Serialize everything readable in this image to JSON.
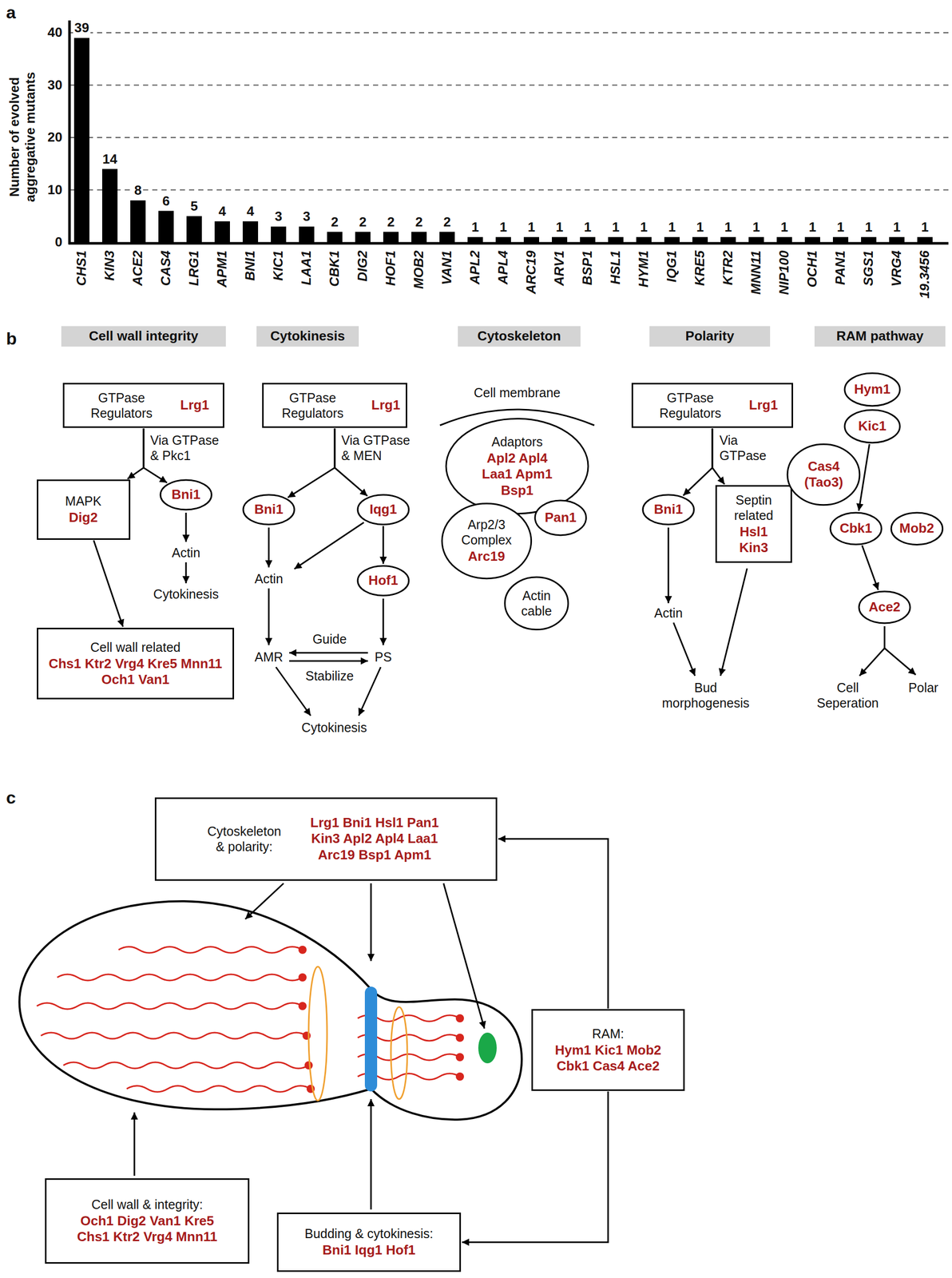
{
  "diagram": {
    "nodes": [
      {
        "text": [
          "Cell wall integrity"
        ]
      },
      {
        "text": [
          "Cytokinesis"
        ]
      },
      {
        "text": [
          "Cytoskeleton"
        ]
      },
      {
        "text": [
          "Polarity"
        ]
      },
      {
        "text": [
          "RAM pathway"
        ]
      },
      {
        "text": [
          "GTPase Regulators",
          "Lrg1"
        ]
      },
      {
        "text": [
          "Bni1"
        ]
      },
      {
        "text": [
          "MAPK",
          "Dig2"
        ]
      },
      {
        "text": [
          "Cell wall related",
          "Chs1 Ktr2 Vrg4 Kre5 Mnn11 Och1 Van1"
        ]
      },
      {
        "text": [
          "GTPase Regulators",
          "Lrg1"
        ]
      },
      {
        "text": [
          "Bni1"
        ]
      },
      {
        "text": [
          "Iqg1"
        ]
      },
      {
        "text": [
          "Hof1"
        ]
      },
      {
        "text": [
          "Adaptors",
          "Apl2 Apl4 Laa1 Apm1 Bsp1"
        ]
      },
      {
        "text": [
          "Pan1"
        ]
      },
      {
        "text": [
          "Arp2/3 Complex",
          "Arc19"
        ]
      },
      {
        "text": [
          "Actin cable"
        ]
      },
      {
        "text": [
          "GTPase Regulators",
          "Lrg1"
        ]
      },
      {
        "text": [
          "Bni1"
        ]
      },
      {
        "text": [
          "Septin related",
          "Hsl1 Kin3"
        ]
      },
      {
        "text": [
          "Hym1"
        ]
      },
      {
        "text": [
          "Kic1"
        ]
      },
      {
        "text": [
          "Cas4 (Tao3)"
        ]
      },
      {
        "text": [
          "Cbk1"
        ]
      },
      {
        "text": [
          "Mob2"
        ]
      },
      {
        "text": [
          "Ace2"
        ]
      },
      {
        "text": [
          "Cytoskeleton & polarity:",
          "Lrg1 Bni1 Hsl1 Pan1 Kin3 Apl2 Apl4 Laa1 Arc19 Bsp1 Apm1"
        ]
      },
      {
        "text": [
          "RAM:",
          "Hym1 Kic1 Mob2 Cbk1 Cas4 Ace2"
        ]
      },
      {
        "text": [
          "Cell wall & integrity:",
          "Och1 Dig2 Van1 Kre5 Chs1 Ktr2 Vrg4 Mnn11"
        ]
      },
      {
        "text": [
          "Budding & cytokinesis:",
          "Bni1 Iqg1 Hof1"
        ]
      }
    ],
    "edges": [
      {
        "from": 5,
        "to": 7,
        "arrow": "to",
        "label": "Via GTPase & Pkc1"
      },
      {
        "from": 5,
        "to": 6,
        "arrow": "to"
      },
      {
        "from": 7,
        "to": 8,
        "arrow": "to"
      },
      {
        "from": 9,
        "to": 10,
        "arrow": "to",
        "label": "Via GTPase & MEN"
      },
      {
        "from": 9,
        "to": 11,
        "arrow": "to"
      },
      {
        "from": 11,
        "to": 12,
        "arrow": "to"
      },
      {
        "from": 17,
        "to": 18,
        "arrow": "to",
        "label": "Via GTPase"
      },
      {
        "from": 17,
        "to": 19,
        "arrow": "to"
      },
      {
        "from": 21,
        "to": 23,
        "arrow": "to"
      },
      {
        "from": 23,
        "to": 25,
        "arrow": "to"
      },
      {
        "from": 27,
        "to": 26,
        "arrow": "to"
      },
      {
        "from": 27,
        "to": 29,
        "arrow": "to"
      }
    ],
    "labels": [
      "a",
      "40",
      "30",
      "20",
      "10",
      "0",
      "Number of evolved aggregative mutants",
      "39",
      "14",
      "8",
      "6",
      "5",
      "4",
      "4",
      "3",
      "3",
      "2",
      "2",
      "2",
      "2",
      "2",
      "1",
      "1",
      "1",
      "1",
      "1",
      "1",
      "1",
      "1",
      "1",
      "1",
      "1",
      "1",
      "1",
      "1",
      "1",
      "1",
      "1",
      "CHS1",
      "KIN3",
      "ACE2",
      "CAS4",
      "LRG1",
      "APM1",
      "BNI1",
      "KIC1",
      "LAA1",
      "CBK1",
      "DIG2",
      "HOF1",
      "MOB2",
      "VAN1",
      "APL2",
      "APL4",
      "ARC19",
      "ARV1",
      "BSP1",
      "HSL1",
      "HYM1",
      "IQG1",
      "KRE5",
      "KTR2",
      "MNN11",
      "NIP100",
      "OCH1",
      "PAN1",
      "SGS1",
      "VRG4",
      "19.3456",
      "b",
      "Actin",
      "Cytokinesis",
      "Actin",
      "Guide",
      "Stabilize",
      "AMR",
      "PS",
      "Cytokinesis",
      "Cell membrane",
      "Actin",
      "Bud morphogenesis",
      "Cell Seperation",
      "Polar",
      "c"
    ]
  }
}
